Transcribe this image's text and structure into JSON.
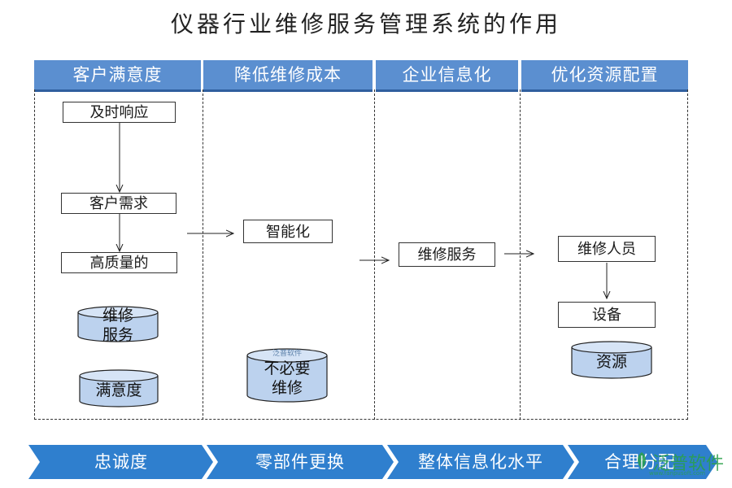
{
  "title": "仪器行业维修服务管理系统的作用",
  "columns": [
    {
      "label": "客户满意度"
    },
    {
      "label": "降低维修成本"
    },
    {
      "label": "企业信息化"
    },
    {
      "label": "优化资源配置"
    }
  ],
  "col1": {
    "box1": "及时响应",
    "box2": "客户需求",
    "box3": "高质量的",
    "cyl1_line1": "维修",
    "cyl1_line2": "服务",
    "cyl2": "满意度"
  },
  "col2": {
    "box1": "智能化",
    "cyl_line1": "不必要",
    "cyl_line2": "维修",
    "cyl_watermark": "泛普软件"
  },
  "col3": {
    "box1": "维修服务"
  },
  "col4": {
    "box1": "维修人员",
    "box2": "设备",
    "cyl": "资源"
  },
  "footer": [
    {
      "label": "忠诚度"
    },
    {
      "label": "零部件更换"
    },
    {
      "label": "整体信息化水平"
    },
    {
      "label": "合理分配"
    }
  ],
  "logo": {
    "text": "泛普软件",
    "url": "www.fanpusoft.com"
  },
  "colors": {
    "header_bg": "#5b8fd0",
    "header_border": "#2f5f9e",
    "cylinder_fill": "#bcd2ee",
    "footer_fill": "#2f7fce",
    "logo_green": "#2aa04a"
  }
}
